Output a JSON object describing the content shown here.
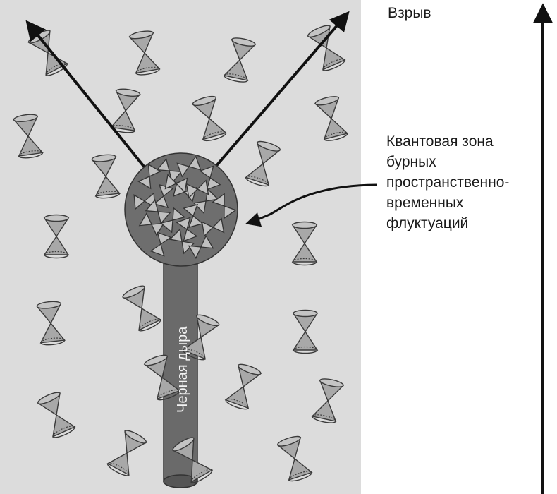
{
  "labels": {
    "explosion": "Взрыв",
    "quantum_zone": [
      "Квантовая зона",
      "бурных",
      "пространственно-",
      "временных",
      "флуктуаций"
    ],
    "black_hole": "Черная дыра"
  },
  "colors": {
    "background_panel": "#dcdcdc",
    "cone_fill": "#a8a8a8",
    "quantum_sphere": "#6e6e6e",
    "black_hole_tube": "#6a6a6a",
    "arrow": "#111111"
  },
  "icons": [
    "light-cone-icon",
    "arrow-icon"
  ]
}
